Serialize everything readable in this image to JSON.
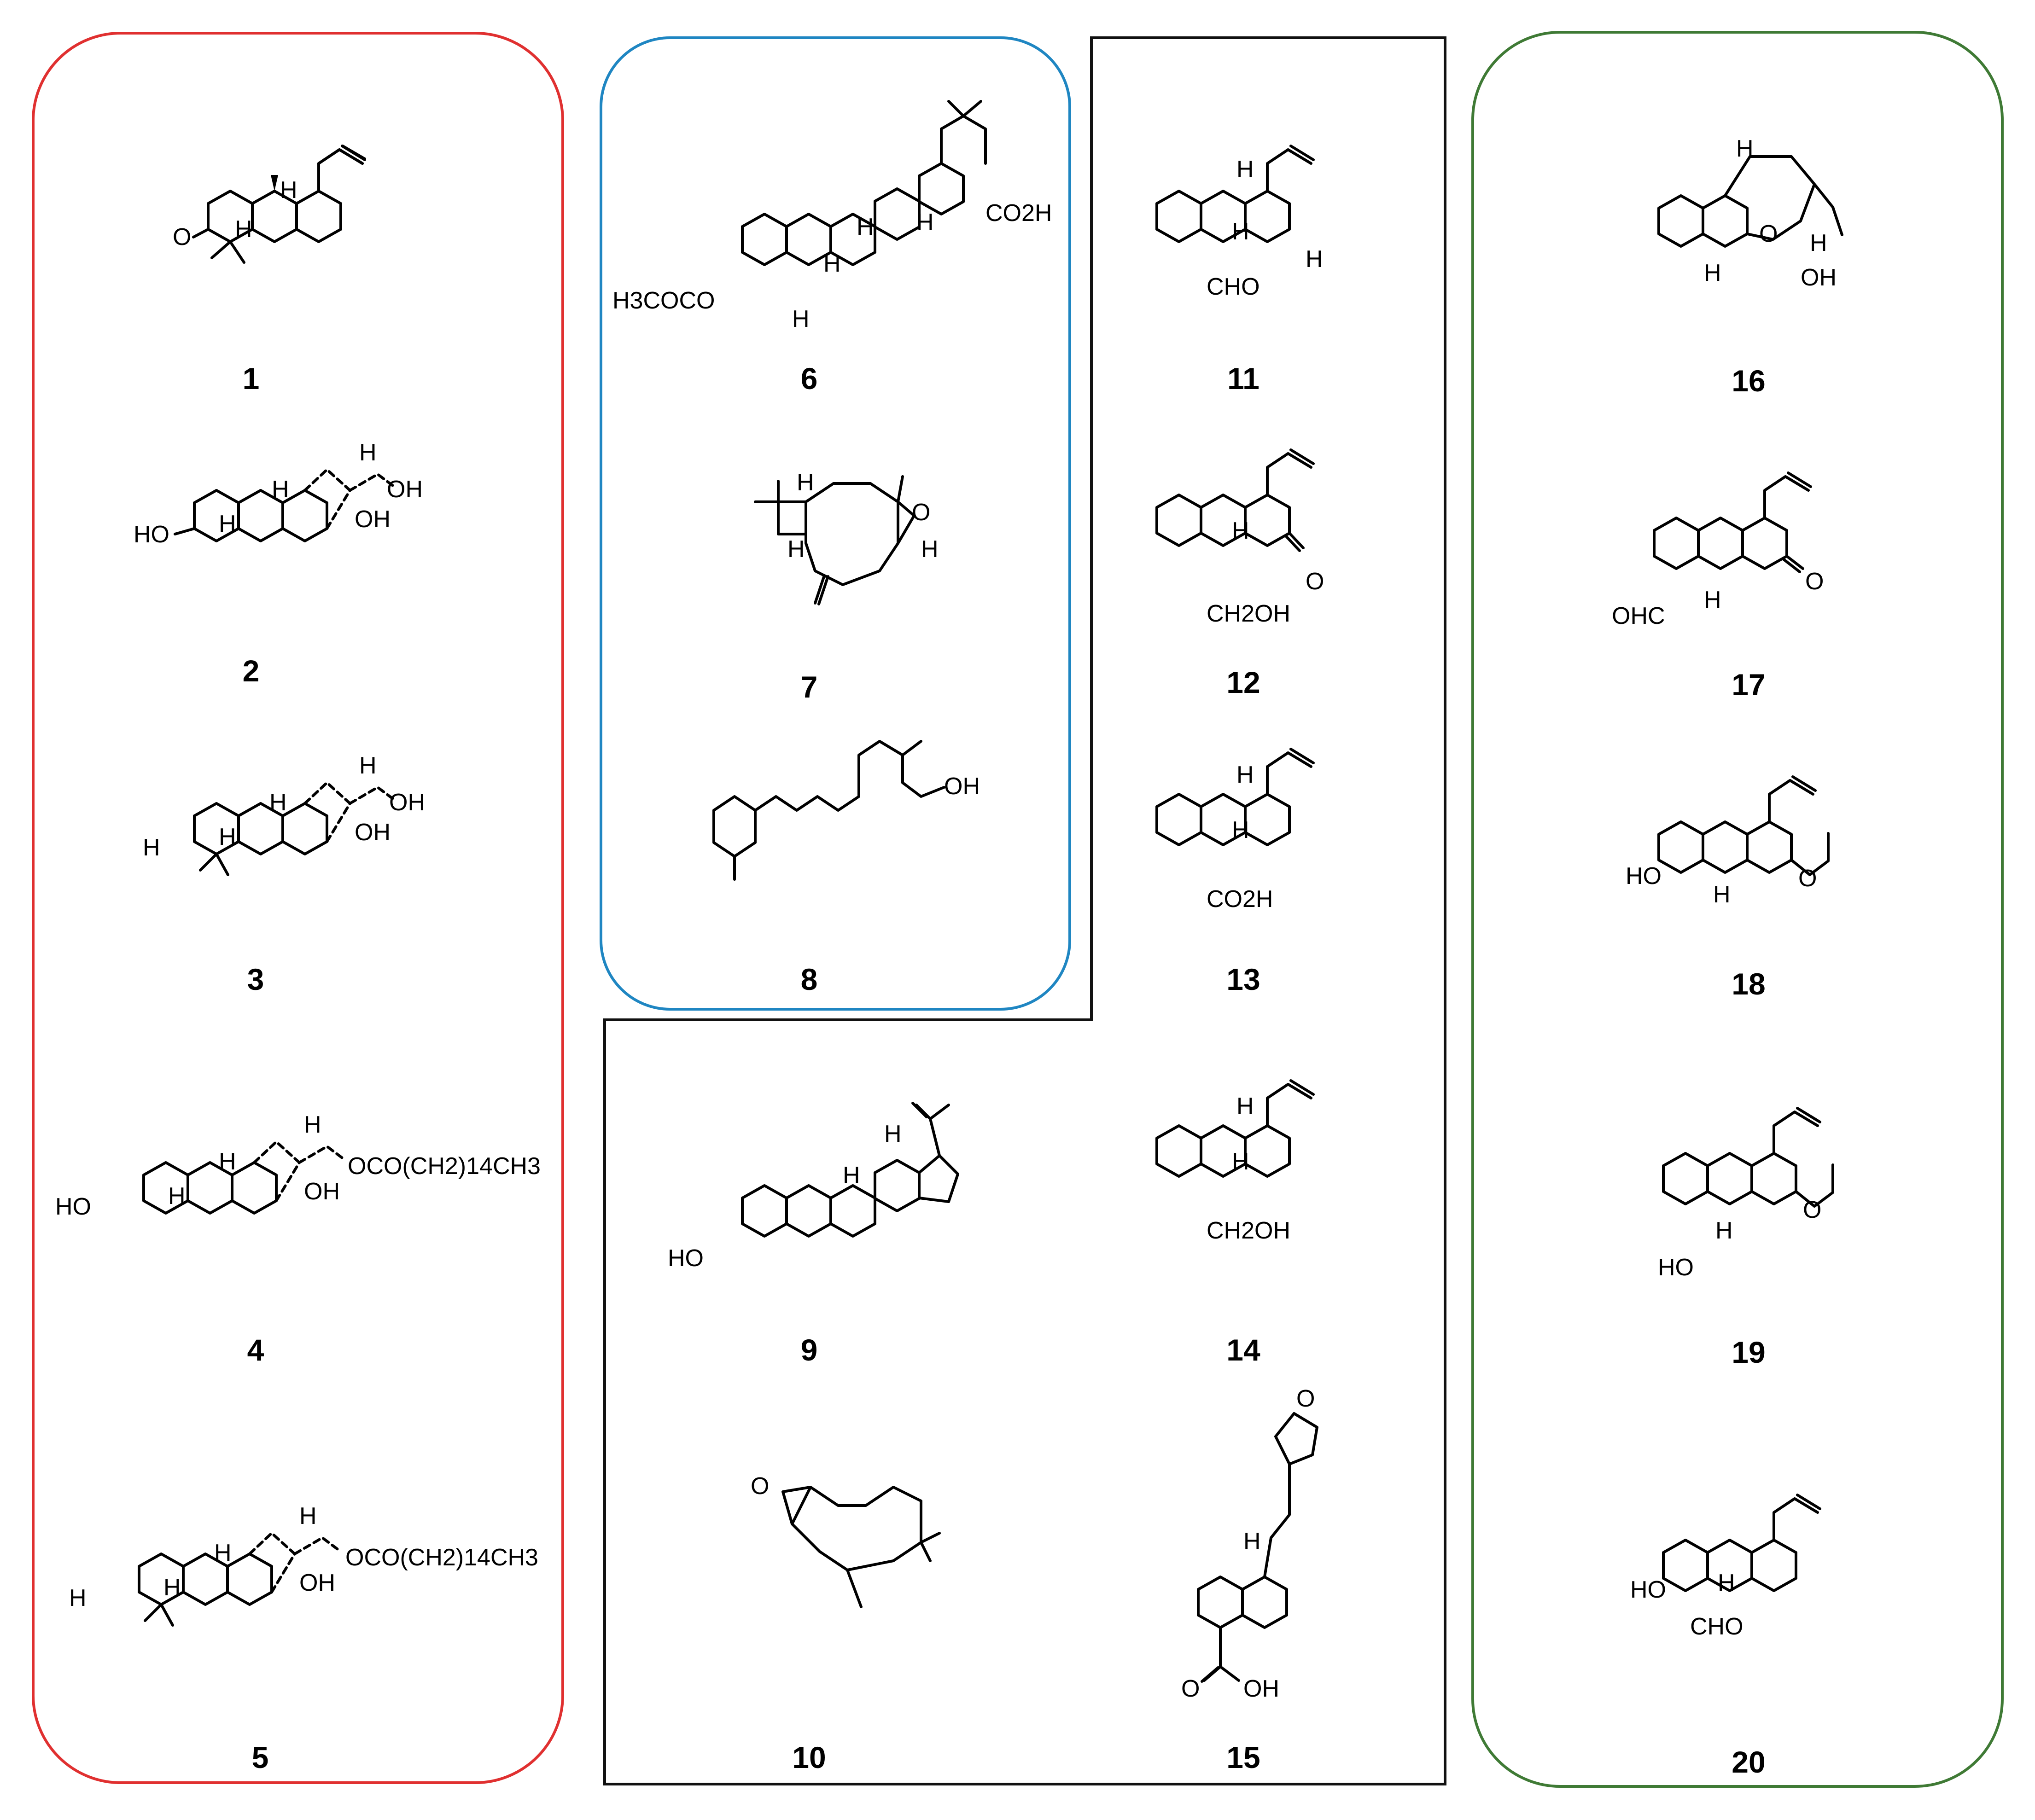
{
  "group_colors": {
    "red": "#e03030",
    "blue": "#1f86c2",
    "black": "#111111",
    "green": "#3f7a35"
  },
  "compounds": [
    {
      "number": "1",
      "atom_labels": [
        "O",
        "H",
        "H"
      ]
    },
    {
      "number": "2",
      "atom_labels": [
        "HO",
        "H",
        "H",
        "OH",
        "OH",
        "H"
      ]
    },
    {
      "number": "3",
      "atom_labels": [
        "H",
        "H",
        "H",
        "OH",
        "OH",
        "H"
      ]
    },
    {
      "number": "4",
      "atom_labels": [
        "HO",
        "H",
        "H",
        "OH",
        "H"
      ],
      "ester": "OCO(CH2)14CH3"
    },
    {
      "number": "5",
      "atom_labels": [
        "H",
        "H",
        "H",
        "OH",
        "H"
      ],
      "ester": "OCO(CH2)14CH3"
    },
    {
      "number": "6",
      "atom_labels": [
        "H3COCO",
        "H",
        "H",
        "H",
        "H",
        "CO2H"
      ]
    },
    {
      "number": "7",
      "atom_labels": [
        "H",
        "H",
        "O",
        "H"
      ]
    },
    {
      "number": "8",
      "atom_labels": [
        "OH"
      ]
    },
    {
      "number": "9",
      "atom_labels": [
        "HO",
        "H",
        "H"
      ]
    },
    {
      "number": "10",
      "atom_labels": [
        "O"
      ]
    },
    {
      "number": "11",
      "atom_labels": [
        "CHO",
        "H",
        "H",
        "H"
      ]
    },
    {
      "number": "12",
      "atom_labels": [
        "CH2OH",
        "H",
        "O"
      ]
    },
    {
      "number": "13",
      "atom_labels": [
        "CO2H",
        "H",
        "H"
      ]
    },
    {
      "number": "14",
      "atom_labels": [
        "CH2OH",
        "H",
        "H"
      ]
    },
    {
      "number": "15",
      "atom_labels": [
        "O",
        "H",
        "O",
        "OH"
      ]
    },
    {
      "number": "16",
      "atom_labels": [
        "H",
        "O",
        "H",
        "H",
        "OH"
      ]
    },
    {
      "number": "17",
      "atom_labels": [
        "OHC",
        "H",
        "O"
      ]
    },
    {
      "number": "18",
      "atom_labels": [
        "HO",
        "H",
        "O"
      ]
    },
    {
      "number": "19",
      "atom_labels": [
        "HO",
        "H",
        "O"
      ]
    },
    {
      "number": "20",
      "atom_labels": [
        "HO",
        "H",
        "CHO"
      ]
    }
  ]
}
